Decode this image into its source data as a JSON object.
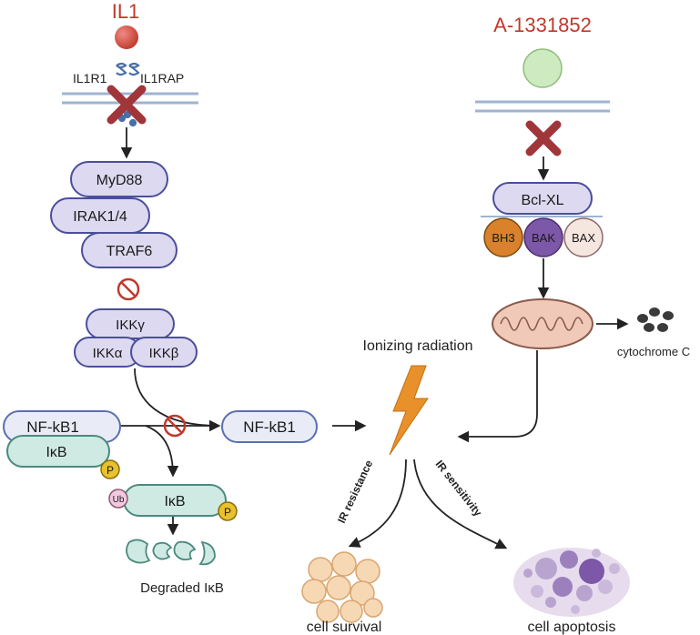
{
  "ligand_left": "IL1",
  "ligand_right": "A-1331852",
  "receptor_left": "IL1R1",
  "receptor_right": "IL1RAP",
  "myd88": "MyD88",
  "irak": "IRAK1/4",
  "traf6": "TRAF6",
  "ikk_gamma": "IKKγ",
  "ikk_alpha": "IKKα",
  "ikk_beta": "IKKβ",
  "nfkb_complex": "NF-kB1",
  "ikb": "IκB",
  "phospho": "P",
  "ub": "Ub",
  "ikb_ub": "IκB",
  "degraded": "Degraded IκB",
  "nfkb_free": "NF-kB1",
  "bclxl": "Bcl-XL",
  "bh3": "BH3",
  "bak": "BAK",
  "bax": "BAX",
  "cytochrome": "cytochrome C",
  "ionizing": "Ionizing radiation",
  "ir_resistance": "IR resistance",
  "ir_sensitivity": "IR sensitivity",
  "cell_survival": "cell survival",
  "cell_apoptosis": "cell apoptosis",
  "colors": {
    "node_fill": "#ddd9f0",
    "node_stroke": "#4a4f9a",
    "ikb_fill": "#cfe9e3",
    "ikb_stroke": "#4a8a7e",
    "membrane": "#9fb4d0",
    "inhibit_x": "#a0363a",
    "ligand_il1": "#d9534f",
    "ligand_drug": "#cdeac0",
    "bh3": "#d9822b",
    "bak": "#7d57a8",
    "bax": "#f5e6e0",
    "phospho": "#e8c12c",
    "ub": "#f2c9df",
    "lightning": "#e8902a",
    "title_red": "#c62828"
  }
}
